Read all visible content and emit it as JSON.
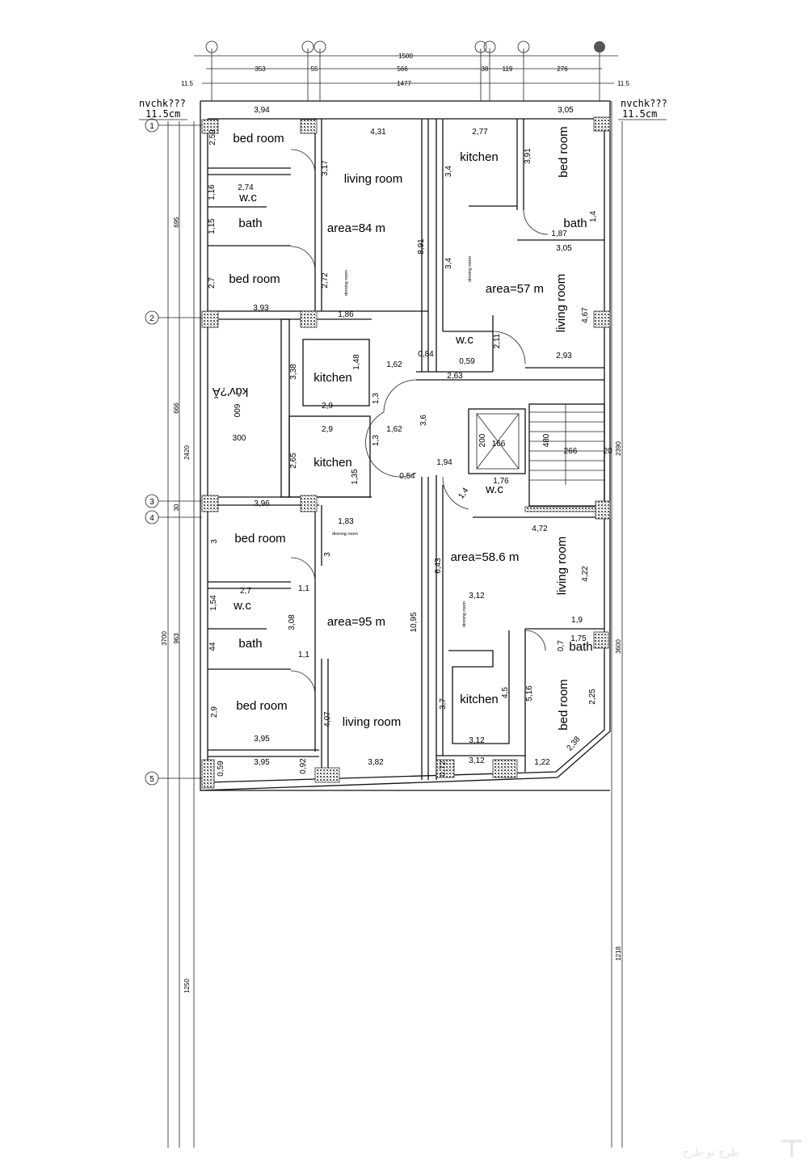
{
  "plan": {
    "top_dims": {
      "total": "1500",
      "d1": "353",
      "d2": "55",
      "d3": "566",
      "d4": "38",
      "d5": "119",
      "d6": "276",
      "inner": "1477",
      "off_left": "11.5",
      "off_right": "11.5"
    },
    "side_notes": {
      "left_label": "nvchk???",
      "left_value": "11.5cm",
      "right_label": "nvchk???",
      "right_value": "11.5cm"
    },
    "grid_bubbles": [
      "1",
      "2",
      "3",
      "4",
      "5"
    ],
    "left_dims": {
      "a": "695",
      "b": "666",
      "c": "2420",
      "d": "30",
      "e": "3700",
      "f": "963",
      "g": "1250"
    },
    "right_dims": {
      "a": "2390",
      "b": "3600",
      "c": "1218"
    },
    "rooms": {
      "a_bed1": "bed room",
      "a_living": "living room",
      "a_wc": "w.c",
      "a_bath": "bath",
      "a_area": "area=84 m",
      "a_bed2": "bed room",
      "a_dining": "dinning room",
      "b_kitchen": "kitchen",
      "b_bed": "bed room",
      "b_bath": "bath",
      "b_area": "area=57 m",
      "b_living": "living room",
      "b_wc": "w.c",
      "b_dining": "dinning room",
      "core_kitchen1": "kitchen",
      "core_kitchen2": "kitchen",
      "shaft": "kɑ̂v'?Ă",
      "core_wc": "w.c",
      "c_bed1": "bed room",
      "c_wc": "w.c",
      "c_area": "area=95 m",
      "c_bath": "bath",
      "c_bed2": "bed room",
      "c_living": "living room",
      "c_dining": "dinning room",
      "d_area": "area=58.6 m",
      "d_living": "living room",
      "d_bath": "bath",
      "d_kitchen": "kitchen",
      "d_bed": "bed room",
      "d_dining": "dinning room"
    },
    "dims": {
      "n394": "3,94",
      "n305a": "3,05",
      "n431": "4,31",
      "n277": "2,77",
      "n259": "2,59",
      "n317": "3,17",
      "n391": "3,91",
      "n34a": "3,4",
      "n116": "1,16",
      "n274": "2,74",
      "n115": "1,15",
      "n187": "1,87",
      "n14a": "1,4",
      "n305b": "3,05",
      "n891": "8,91",
      "n34b": "3,4",
      "n27": "2,7",
      "n272": "2,72",
      "n467": "4,67",
      "n393": "3,93",
      "n186": "1,86",
      "n211": "2,11",
      "n084": "0,84",
      "n293": "2,93",
      "n148": "1,48",
      "n162a": "1,62",
      "n263": "2,63",
      "n338": "3,38",
      "n13a": "1,3",
      "n29a": "2,9",
      "n600": "600",
      "n36": "3,6",
      "n29b": "2,9",
      "n162b": "1,62",
      "n300": "300",
      "n13b": "1,3",
      "n200": "200",
      "n166": "166",
      "n480": "480",
      "n266": "266",
      "n20": "20",
      "n265": "2,65",
      "n135": "1,35",
      "n194": "1,94",
      "n054": "0,54",
      "n176": "1,76",
      "n14b": "1,4",
      "n396": "3,96",
      "n472": "4,72",
      "n183": "1,83",
      "n3a": "3",
      "n3b": "3",
      "n643": "6,43",
      "n422": "4,22",
      "n27b": "2,7",
      "n11a": "1,1",
      "n154": "1,54",
      "n312a": "3,12",
      "n19": "1,9",
      "n308": "3,08",
      "n175": "1,75",
      "n07": "0,7",
      "n11b": "1,1",
      "n1095": "10,95",
      "n45": "4,5",
      "n516": "5,16",
      "n225": "2,25",
      "n29c": "2,9",
      "n407": "4,07",
      "n37": "3,7",
      "n395a": "3,95",
      "n312b": "3,12",
      "n238": "2,38",
      "n395b": "3,95",
      "n059": "0,59",
      "n092": "0,92",
      "n382": "3,82",
      "n072": "0,72",
      "n312c": "3,12",
      "n122": "1,22",
      "n059b": "0,59",
      "n044": "44"
    },
    "watermark": "طرح تو طرح"
  }
}
